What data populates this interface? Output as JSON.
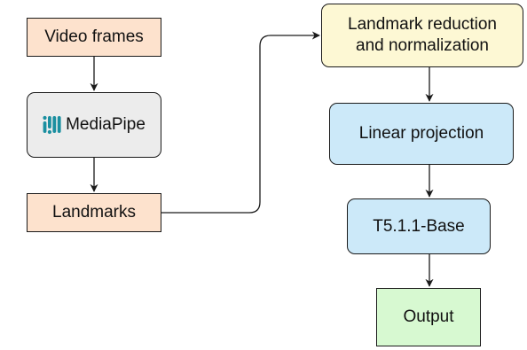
{
  "colors": {
    "peach": "#fde2cd",
    "gray": "#ececec",
    "yellow": "#fdf8d4",
    "blue": "#cce9f9",
    "green": "#d7f9d1",
    "mediapipe_logo": "#1a8fa0",
    "stroke": "#1a1a1a"
  },
  "nodes": {
    "video_frames": {
      "label": "Video frames"
    },
    "mediapipe": {
      "label": "MediaPipe",
      "icon": "mediapipe-logo-icon"
    },
    "landmarks": {
      "label": "Landmarks"
    },
    "landmark_reduction": {
      "line1": "Landmark reduction",
      "line2": "and normalization"
    },
    "linear_projection": {
      "label": "Linear projection"
    },
    "t5": {
      "label": "T5.1.1-Base"
    },
    "output": {
      "label": "Output"
    }
  }
}
